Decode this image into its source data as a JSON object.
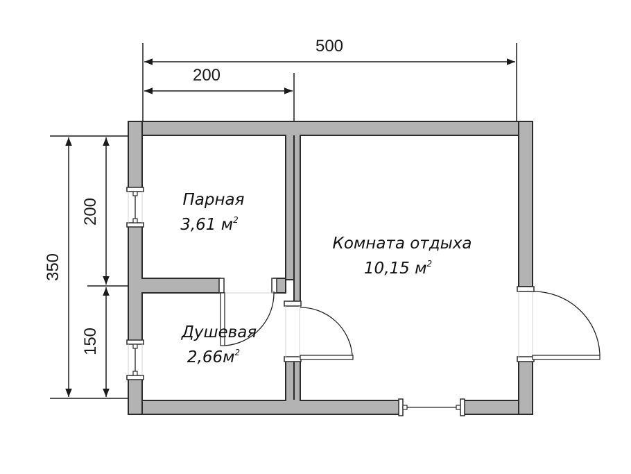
{
  "diagram": {
    "type": "floor-plan",
    "colors": {
      "wall_fill": "#b3b3b3",
      "wall_outline": "#2b2b2b",
      "line": "#1a1a1a",
      "background": "#ffffff"
    },
    "dimensions": {
      "top_total": "500",
      "top_partial": "200",
      "left_total": "350",
      "left_upper": "200",
      "left_lower": "150"
    },
    "rooms": [
      {
        "name": "Парная",
        "area": "3,61 м",
        "unit_sup": "2"
      },
      {
        "name": "Комната отдыха",
        "area": "10,15 м",
        "unit_sup": "2"
      },
      {
        "name": "Душевая",
        "area": "2,66м",
        "unit_sup": "2"
      }
    ],
    "openings": {
      "doors": [
        "steam-room-to-shower-door",
        "shower-to-lounge-door",
        "lounge-exterior-door"
      ],
      "windows": [
        "steam-room-window",
        "shower-window",
        "lounge-bottom-window"
      ]
    }
  }
}
